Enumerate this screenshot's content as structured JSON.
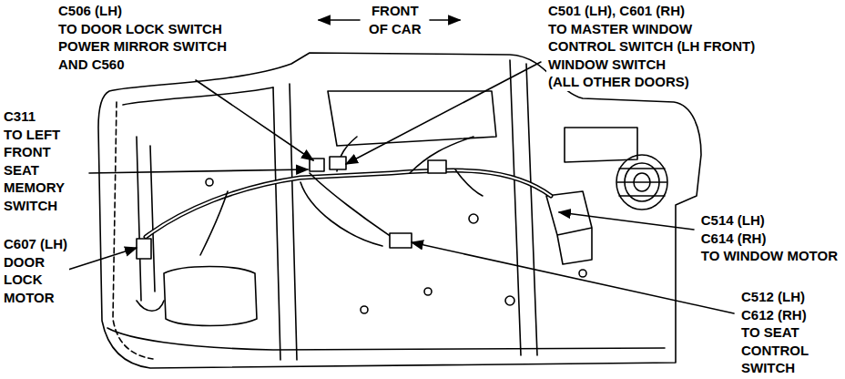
{
  "diagram": {
    "labels": [
      "C506 (LH) TO DOOR LOCK SWITCH POWER MIRROR SWITCH AND C560",
      "FRONT OF CAR",
      "C501 (LH), C601 (RH) TO MASTER WINDOW CONTROL SWITCH (LH FRONT) WINDOW SWITCH (ALL OTHER DOORS)",
      "C311 TO LEFT FRONT SEAT MEMORY SWITCH",
      "C607 (LH) DOOR LOCK MOTOR",
      "C514 (LH) C614 (RH) TO WINDOW MOTOR",
      "C512 (LH) C612 (RH) TO SEAT CONTROL SWITCH"
    ]
  }
}
